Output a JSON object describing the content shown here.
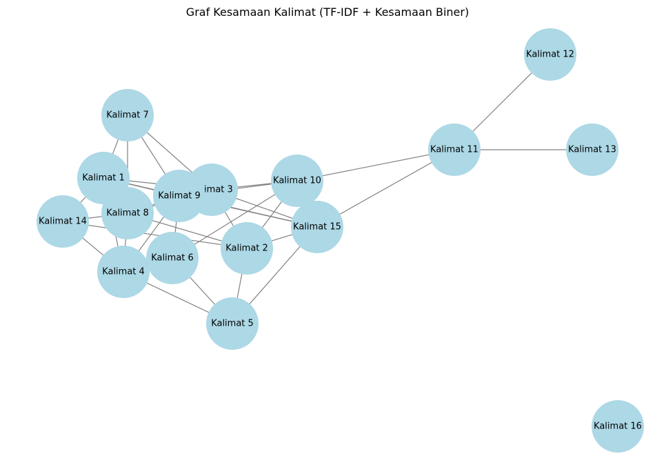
{
  "title": "Graf Kesamaan Kalimat (TF-IDF + Kesamaan Biner)",
  "node_color": "#add8e6",
  "edge_color": "#808080",
  "nodes": [
    {
      "id": "1",
      "label": "Kalimat 1"
    },
    {
      "id": "2",
      "label": "Kalimat 2"
    },
    {
      "id": "3",
      "label": "Kalimat 3"
    },
    {
      "id": "4",
      "label": "Kalimat 4"
    },
    {
      "id": "5",
      "label": "Kalimat 5"
    },
    {
      "id": "6",
      "label": "Kalimat 6"
    },
    {
      "id": "7",
      "label": "Kalimat 7"
    },
    {
      "id": "8",
      "label": "Kalimat 8"
    },
    {
      "id": "9",
      "label": "Kalimat 9"
    },
    {
      "id": "10",
      "label": "Kalimat 10"
    },
    {
      "id": "11",
      "label": "Kalimat 11"
    },
    {
      "id": "12",
      "label": "Kalimat 12"
    },
    {
      "id": "13",
      "label": "Kalimat 13"
    },
    {
      "id": "14",
      "label": "Kalimat 14"
    },
    {
      "id": "15",
      "label": "Kalimat 15"
    },
    {
      "id": "16",
      "label": "Kalimat 16"
    }
  ],
  "edges": [
    [
      "11",
      "12"
    ],
    [
      "11",
      "13"
    ],
    [
      "11",
      "10"
    ],
    [
      "11",
      "15"
    ],
    [
      "7",
      "1"
    ],
    [
      "7",
      "8"
    ],
    [
      "7",
      "9"
    ],
    [
      "7",
      "3"
    ],
    [
      "1",
      "9"
    ],
    [
      "1",
      "3"
    ],
    [
      "1",
      "15"
    ],
    [
      "1",
      "14"
    ],
    [
      "1",
      "4"
    ],
    [
      "3",
      "10"
    ],
    [
      "3",
      "2"
    ],
    [
      "3",
      "15"
    ],
    [
      "3",
      "8"
    ],
    [
      "9",
      "10"
    ],
    [
      "9",
      "15"
    ],
    [
      "9",
      "4"
    ],
    [
      "9",
      "6"
    ],
    [
      "8",
      "14"
    ],
    [
      "8",
      "2"
    ],
    [
      "8",
      "4"
    ],
    [
      "8",
      "9"
    ],
    [
      "14",
      "4"
    ],
    [
      "14",
      "2"
    ],
    [
      "6",
      "10"
    ],
    [
      "6",
      "5"
    ],
    [
      "6",
      "4"
    ],
    [
      "4",
      "5"
    ],
    [
      "2",
      "5"
    ],
    [
      "2",
      "15"
    ],
    [
      "2",
      "10"
    ],
    [
      "5",
      "15"
    ]
  ]
}
